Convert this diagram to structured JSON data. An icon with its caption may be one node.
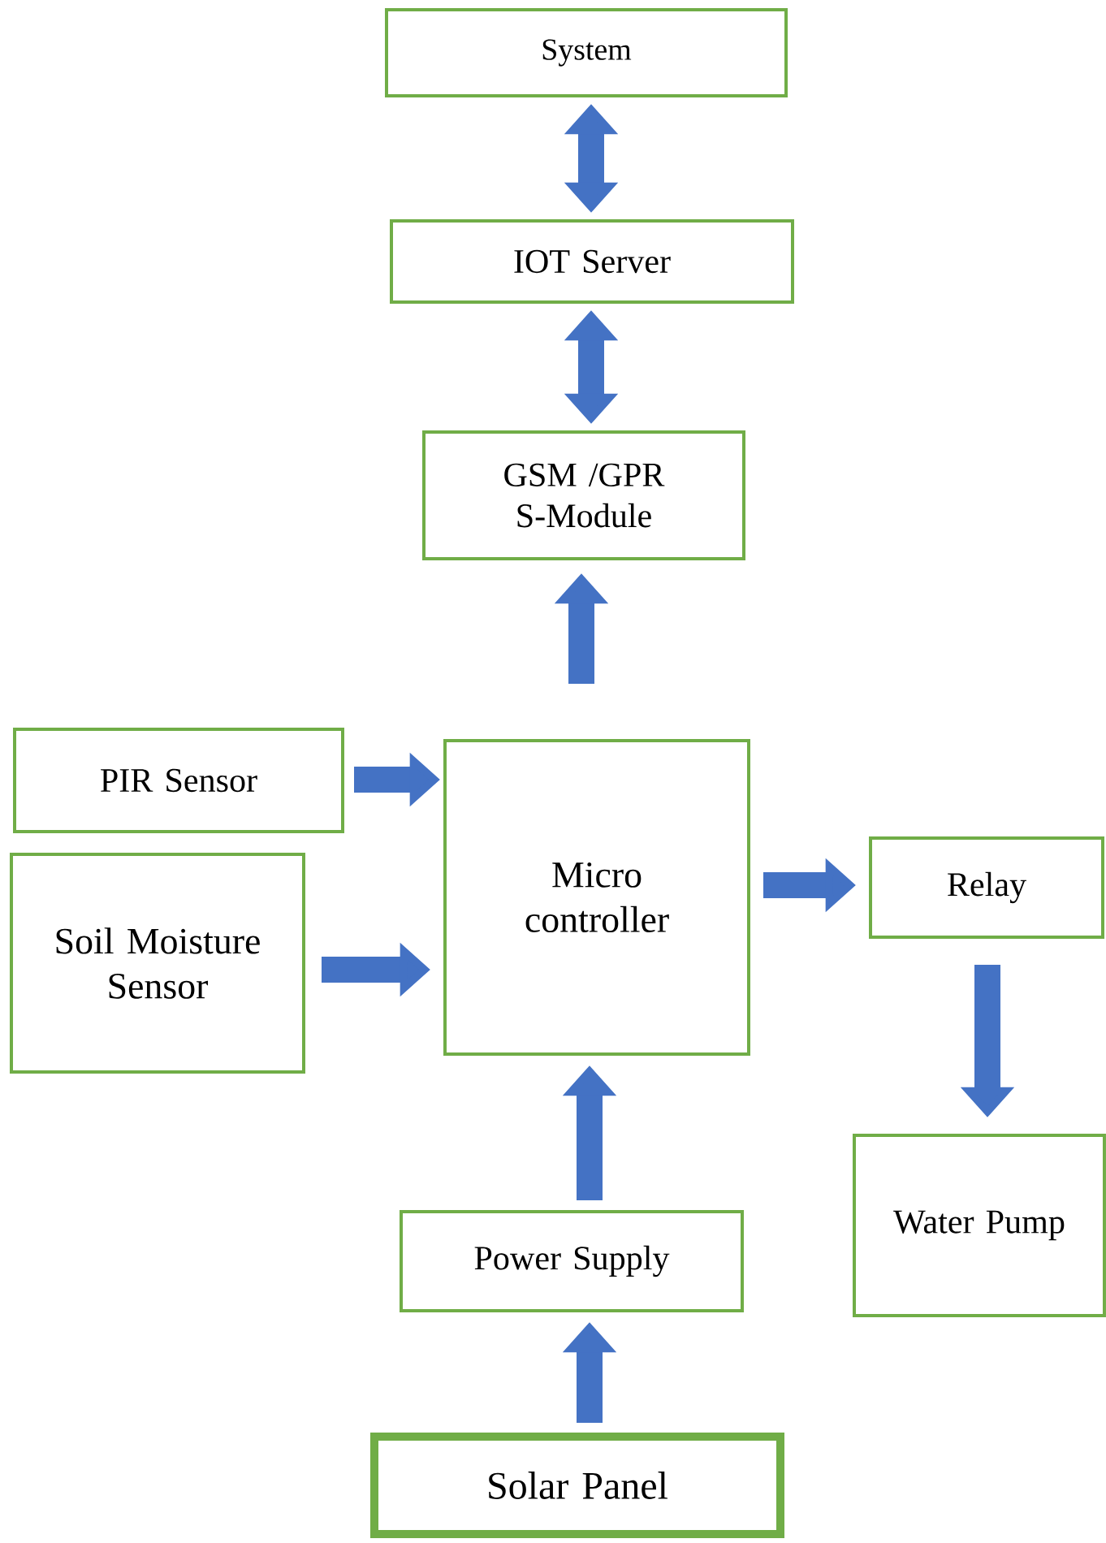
{
  "diagram": {
    "nodes": [
      {
        "text": [
          "System"
        ]
      },
      {
        "text": [
          "IOT Server"
        ]
      },
      {
        "text": [
          "GSM /GPR S-Module"
        ]
      },
      {
        "text": [
          "PIR Sensor"
        ]
      },
      {
        "text": [
          "Soil Moisture Sensor"
        ]
      },
      {
        "text": [
          "Micro controller"
        ]
      },
      {
        "text": [
          "Relay"
        ]
      },
      {
        "text": [
          "Water Pump"
        ]
      },
      {
        "text": [
          "Power Supply"
        ]
      },
      {
        "text": [
          "Solar Panel"
        ]
      }
    ],
    "edges": [
      {
        "from": 0,
        "to": 1,
        "arrow": "both"
      },
      {
        "from": 1,
        "to": 2,
        "arrow": "both"
      },
      {
        "from": 5,
        "to": 2,
        "arrow": "to"
      },
      {
        "from": 3,
        "to": 5,
        "arrow": "to"
      },
      {
        "from": 4,
        "to": 5,
        "arrow": "to"
      },
      {
        "from": 5,
        "to": 6,
        "arrow": "to"
      },
      {
        "from": 6,
        "to": 7,
        "arrow": "to"
      },
      {
        "from": 8,
        "to": 5,
        "arrow": "to"
      },
      {
        "from": 9,
        "to": 8,
        "arrow": "to"
      }
    ]
  }
}
